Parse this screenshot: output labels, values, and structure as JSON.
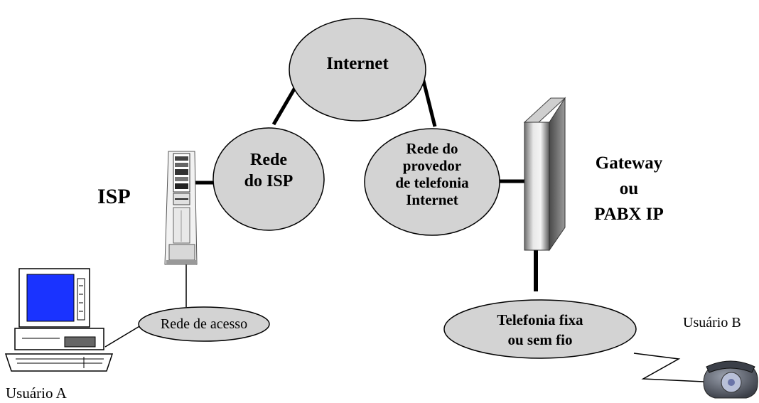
{
  "nodes": {
    "internet": "Internet",
    "isp_network": [
      "Rede",
      "do ISP"
    ],
    "provider_network": [
      "Rede do",
      "provedor",
      "de telefonia",
      "Internet"
    ],
    "access_network": "Rede de acesso",
    "fixed_wireless": [
      "Telefonia fixa",
      "ou sem fio"
    ]
  },
  "labels": {
    "isp": "ISP",
    "gateway": [
      "Gateway",
      "ou",
      "PABX IP"
    ],
    "user_a": "Usuário A",
    "user_b": "Usuário B"
  },
  "icons": {
    "computer": "desktop-computer-icon",
    "server": "server-rack-icon",
    "gateway": "gateway-tower-icon",
    "phone": "telephone-icon"
  },
  "colors": {
    "ellipse_fill": "#d3d3d3",
    "ellipse_stroke": "#000000",
    "screen": "#1a33ff",
    "line": "#000000"
  }
}
